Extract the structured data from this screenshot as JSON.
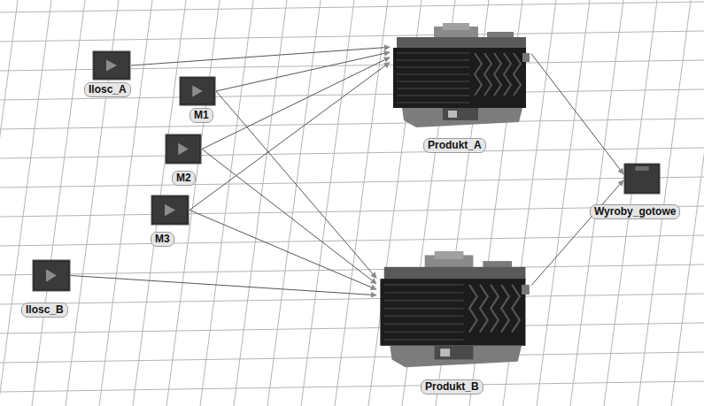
{
  "diagram": {
    "nodes": [
      {
        "text": [
          "Ilosc_A"
        ]
      },
      {
        "text": [
          "M1"
        ]
      },
      {
        "text": [
          "M2"
        ]
      },
      {
        "text": [
          "M3"
        ]
      },
      {
        "text": [
          "Ilosc_B"
        ]
      },
      {
        "text": [
          "Produkt_A"
        ]
      },
      {
        "text": [
          "Produkt_B"
        ]
      },
      {
        "text": [
          "Wyroby_gotowe"
        ]
      }
    ],
    "edges": [
      {
        "from": 0,
        "to": 5,
        "arrow": "to"
      },
      {
        "from": 1,
        "to": 5,
        "arrow": "to"
      },
      {
        "from": 2,
        "to": 5,
        "arrow": "to"
      },
      {
        "from": 3,
        "to": 5,
        "arrow": "to"
      },
      {
        "from": 1,
        "to": 6,
        "arrow": "to"
      },
      {
        "from": 2,
        "to": 6,
        "arrow": "to"
      },
      {
        "from": 3,
        "to": 6,
        "arrow": "to"
      },
      {
        "from": 4,
        "to": 6,
        "arrow": "to"
      },
      {
        "from": 5,
        "to": 7,
        "arrow": "to"
      },
      {
        "from": 6,
        "to": 7,
        "arrow": "to"
      }
    ]
  }
}
